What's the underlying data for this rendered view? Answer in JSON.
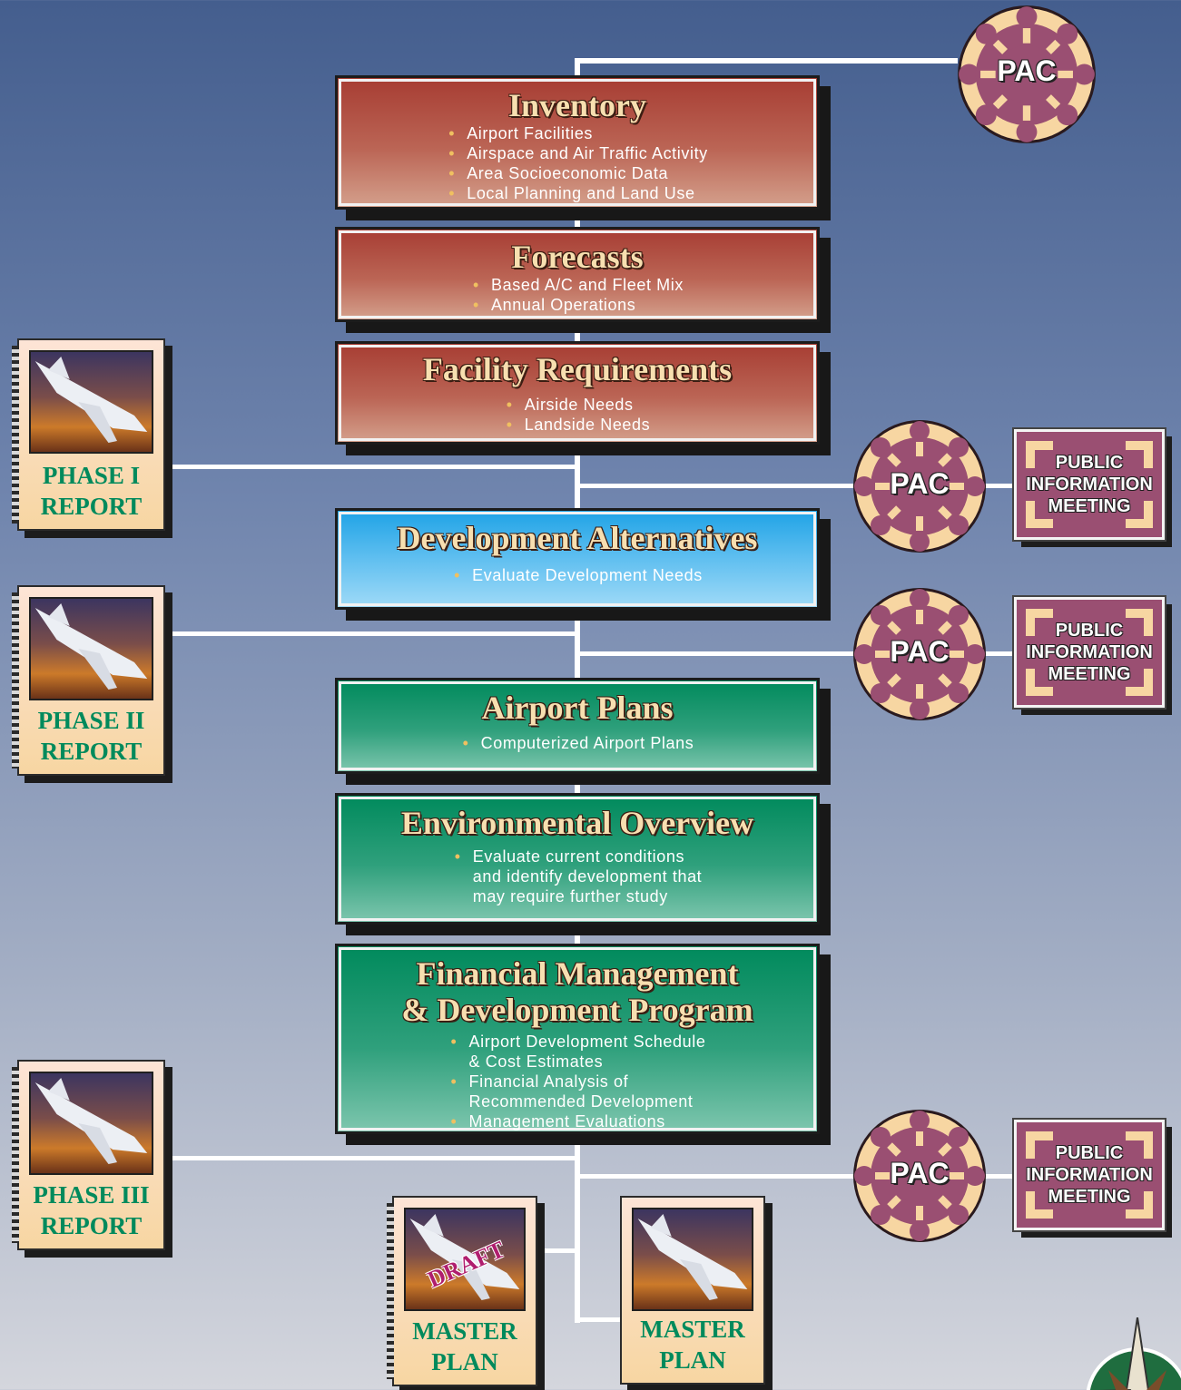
{
  "steps": {
    "inventory": {
      "title": "Inventory",
      "bullets": [
        "Airport Facilities",
        "Airspace and Air Traffic Activity",
        "Area Socioeconomic Data",
        "Local Planning and Land Use"
      ]
    },
    "forecasts": {
      "title": "Forecasts",
      "bullets": [
        "Based A/C and Fleet Mix",
        "Annual Operations"
      ]
    },
    "facility": {
      "title": "Facility Requirements",
      "bullets": [
        "Airside Needs",
        "Landside Needs"
      ]
    },
    "alternatives": {
      "title": "Development Alternatives",
      "bullets": [
        "Evaluate Development Needs"
      ]
    },
    "plans": {
      "title": "Airport Plans",
      "bullets": [
        "Computerized Airport Plans"
      ]
    },
    "environment": {
      "title": "Environmental Overview",
      "bullets": [
        "Evaluate current conditions",
        "and identify development that",
        "may require further study"
      ]
    },
    "financial": {
      "title_1": "Financial Management",
      "title_2": "& Development Program",
      "bullets": [
        "Airport Development Schedule",
        "& Cost Estimates",
        "Financial Analysis of",
        "Recommended Development",
        "Management Evaluations"
      ]
    }
  },
  "reports": {
    "phase1": {
      "line1": "PHASE I",
      "line2": "REPORT"
    },
    "phase2": {
      "line1": "PHASE II",
      "line2": "REPORT"
    },
    "phase3": {
      "line1": "PHASE III",
      "line2": "REPORT"
    },
    "draft_master": {
      "stamp": "DRAFT",
      "line1": "MASTER",
      "line2": "PLAN"
    },
    "final_master": {
      "line1": "MASTER",
      "line2": "PLAN"
    }
  },
  "pac_label": "PAC",
  "pim_label": {
    "line1": "PUBLIC",
    "line2": "INFORMATION",
    "line3": "MEETING"
  },
  "colors": {
    "red_box": "#a73d33",
    "blue_box": "#1fa3e6",
    "green_box": "#008a5c",
    "title_text": "#f7dfb0",
    "report_label": "#008a5c",
    "pac_fill": "#9a4f72",
    "pac_ring": "#f7d6a2"
  }
}
